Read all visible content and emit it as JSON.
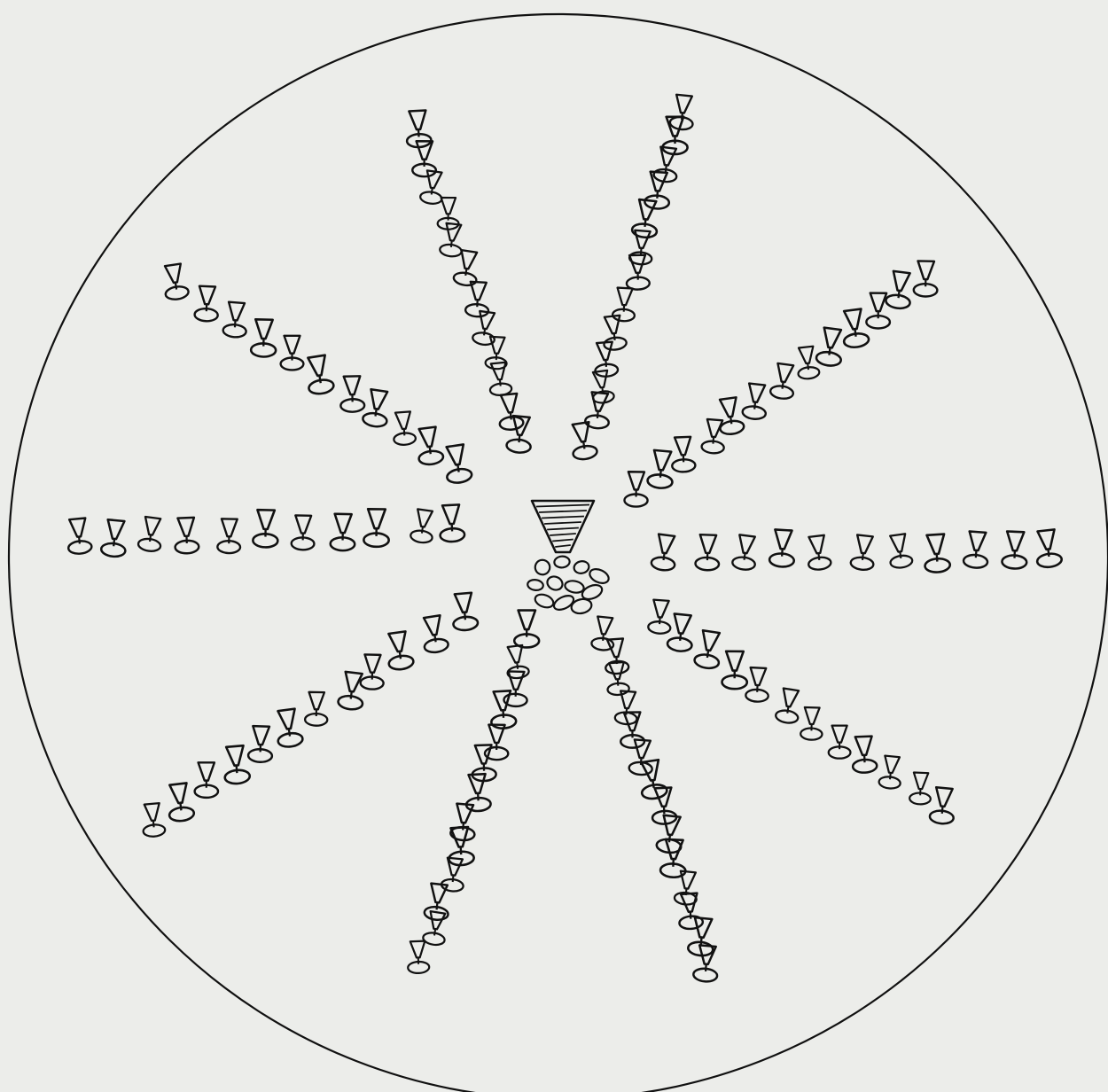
{
  "figure": {
    "paper_color": "#ecedea",
    "ink_color": "#111111",
    "description_free": true
  },
  "diagram": {
    "rays": [
      {
        "id": "left",
        "count": 11
      },
      {
        "id": "right",
        "count": 11
      },
      {
        "id": "upper-left",
        "count": 11
      },
      {
        "id": "upper-left-steep",
        "count": 12
      },
      {
        "id": "upper-right-steep",
        "count": 13
      },
      {
        "id": "upper-right",
        "count": 13
      },
      {
        "id": "lower-left",
        "count": 12
      },
      {
        "id": "lower-left-steep",
        "count": 13
      },
      {
        "id": "lower-right-steep",
        "count": 14
      },
      {
        "id": "lower-right",
        "count": 12
      }
    ],
    "center": {
      "type": "hub"
    }
  }
}
